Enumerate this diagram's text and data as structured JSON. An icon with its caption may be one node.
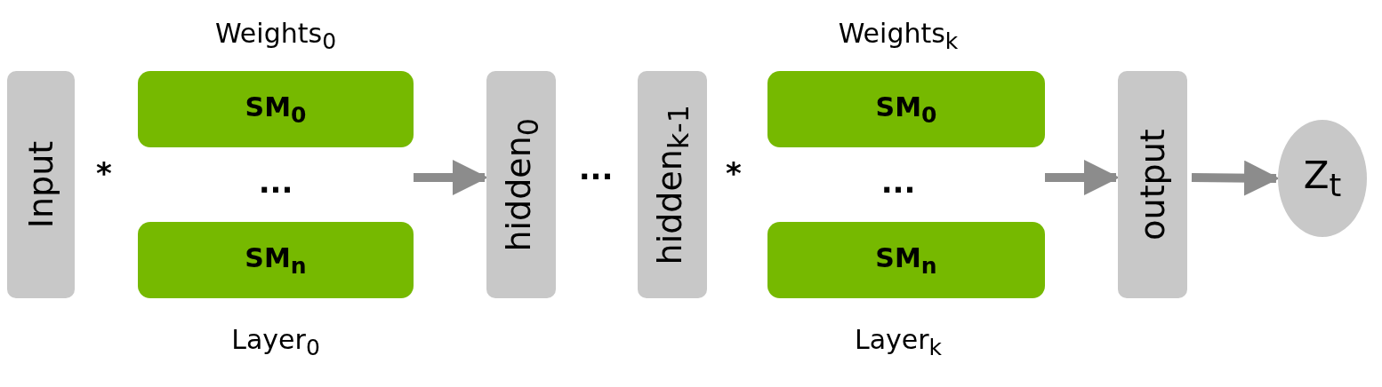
{
  "diagram": {
    "nodes": [
      {
        "text": [
          "Input"
        ]
      },
      {
        "text": [
          "SM$_{0}$"
        ],
        "beside": [
          "Weights$_{0}$"
        ]
      },
      {
        "text": [
          "SM$_{n}$"
        ],
        "beside": [
          "Layer$_{0}$"
        ]
      },
      {
        "text": [
          "hidden$_{0}$"
        ]
      },
      {
        "text": [
          "hidden$_{k-1}$"
        ]
      },
      {
        "text": [
          "SM$_{0}$"
        ],
        "beside": [
          "Weights$_{k}$"
        ]
      },
      {
        "text": [
          "SM$_{n}$"
        ],
        "beside": [
          "Layer$_{k}$"
        ]
      },
      {
        "text": [
          "output"
        ]
      },
      {
        "text": [
          "Z$_{t}$"
        ]
      }
    ],
    "edges": [
      {
        "from": null,
        "to": 3,
        "arrow": "to"
      },
      {
        "from": null,
        "to": 7,
        "arrow": "to"
      },
      {
        "from": 7,
        "to": 8,
        "arrow": "to"
      }
    ],
    "labels": [
      "*",
      "...",
      "...",
      "*",
      "..."
    ]
  }
}
